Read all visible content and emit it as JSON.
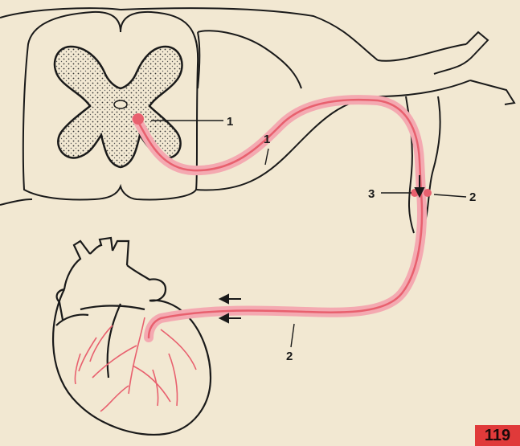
{
  "labels": {
    "neuron_body": "1",
    "preganglionic_fiber": "1",
    "ganglion_left": "3",
    "ganglion_right": "2",
    "postganglionic_fiber": "2"
  },
  "page_number": "119",
  "colors": {
    "background": "#f2e8d2",
    "nerve": "#e8606e",
    "outline": "#1a1a1a",
    "badge": "#e03a3a"
  }
}
